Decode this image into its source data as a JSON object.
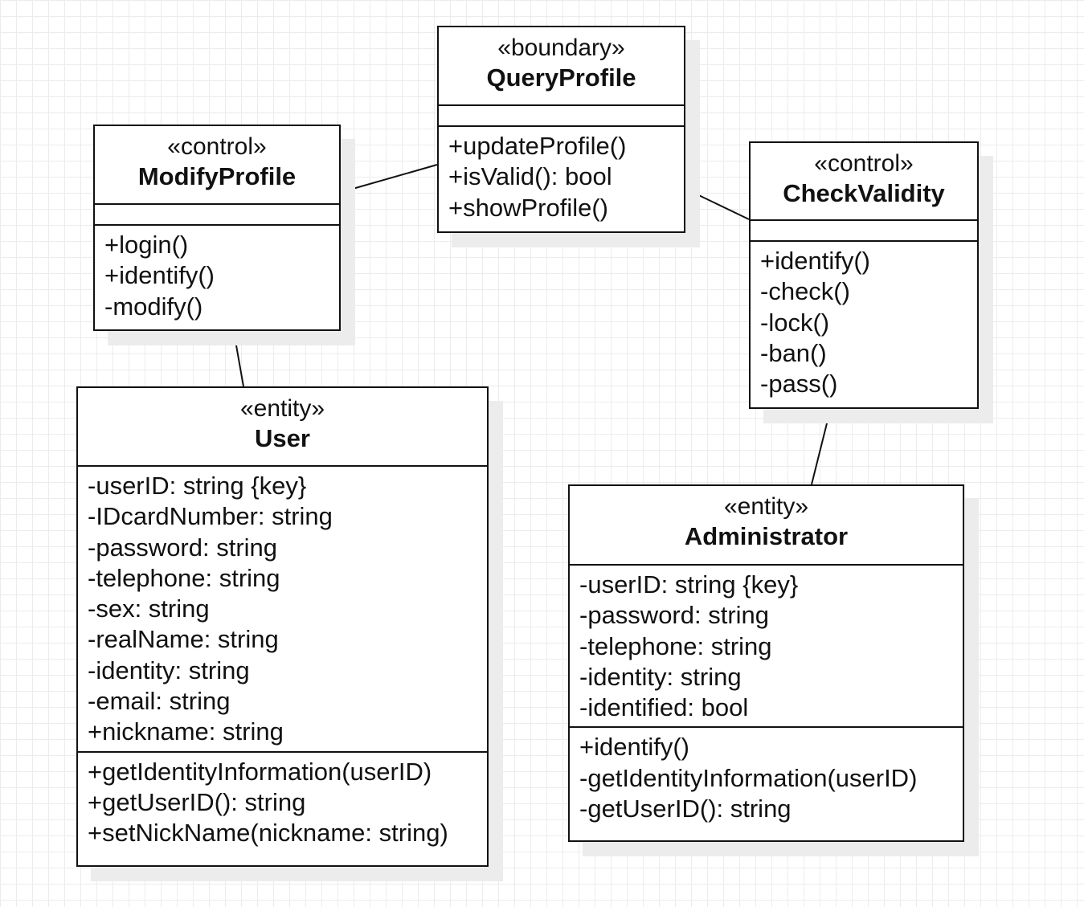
{
  "diagram": {
    "classes": {
      "modify_profile": {
        "stereotype": "«control»",
        "name": "ModifyProfile",
        "attributes": [],
        "operations": [
          "+login()",
          "+identify()",
          "-modify()"
        ]
      },
      "query_profile": {
        "stereotype": "«boundary»",
        "name": "QueryProfile",
        "attributes": [],
        "operations": [
          "+updateProfile()",
          "+isValid(): bool",
          "+showProfile()"
        ]
      },
      "check_validity": {
        "stereotype": "«control»",
        "name": "CheckValidity",
        "attributes": [],
        "operations": [
          "+identify()",
          "-check()",
          "-lock()",
          "-ban()",
          "-pass()"
        ]
      },
      "user": {
        "stereotype": "«entity»",
        "name": "User",
        "attributes": [
          "-userID: string {key}",
          "-IDcardNumber: string",
          "-password: string",
          "-telephone: string",
          "-sex: string",
          "-realName: string",
          "-identity: string",
          "-email: string",
          "+nickname: string"
        ],
        "operations": [
          "+getIdentityInformation(userID)",
          "+getUserID(): string",
          "+setNickName(nickname: string)"
        ]
      },
      "administrator": {
        "stereotype": "«entity»",
        "name": "Administrator",
        "attributes": [
          "-userID: string {key}",
          "-password: string",
          "-telephone: string",
          "-identity: string",
          "-identified: bool"
        ],
        "operations": [
          "+identify()",
          "-getIdentityInformation(userID)",
          "-getUserID(): string"
        ]
      }
    },
    "associations": [
      [
        "modify_profile",
        "query_profile"
      ],
      [
        "query_profile",
        "check_validity"
      ],
      [
        "modify_profile",
        "user"
      ],
      [
        "check_validity",
        "administrator"
      ]
    ]
  }
}
